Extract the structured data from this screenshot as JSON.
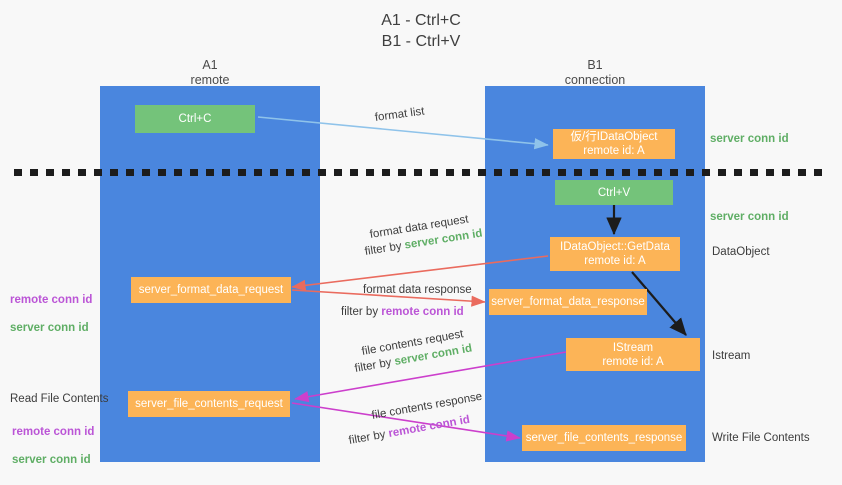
{
  "title": "A1 - Ctrl+C\nB1 - Ctrl+V",
  "colors": {
    "lane": "#4a86de",
    "node_green": "#74c37a",
    "node_orange": "#fcb457",
    "server_conn": "#5fae65",
    "remote_conn": "#bb55d6",
    "arrow_blue": "#8fc3ea",
    "arrow_red": "#ea6b5e",
    "arrow_magenta": "#cc3fcc",
    "arrow_black": "#1c1c1c",
    "background": "#f8f8f8"
  },
  "columns": [
    {
      "name": "A1",
      "sub": "remote"
    },
    {
      "name": "B1",
      "sub": "connection"
    }
  ],
  "nodes": {
    "ctrl_c": "Ctrl+C",
    "ctrl_v": "Ctrl+V",
    "idataobject": "仮/行IDataObject\nremote id: A",
    "getdata": "IDataObject::GetData\nremote id: A",
    "istream": "IStream\nremote id: A",
    "format_data_request": "server_format_data_request",
    "format_data_response": "server_format_data_response",
    "file_contents_request": "server_file_contents_request",
    "file_contents_response": "server_file_contents_response"
  },
  "edge_labels": {
    "format_list": "format list",
    "format_data_request": "format data request",
    "format_data_request_filter_pre": "filter by ",
    "format_data_request_filter_key": "server conn id",
    "format_data_response": "format data response",
    "format_data_response_filter_pre": "filter by ",
    "format_data_response_filter_key": "remote conn id",
    "file_contents_request": "file contents request",
    "file_contents_request_filter_pre": "filter by ",
    "file_contents_request_filter_key": "server conn id",
    "file_contents_response": "file contents response",
    "file_contents_response_filter_pre": "filter by ",
    "file_contents_response_filter_key": "remote conn id"
  },
  "annotations": {
    "right_server_conn_top": "server conn id",
    "right_server_conn_mid": "server conn id",
    "right_dataobject": "DataObject",
    "right_istream": "Istream",
    "right_write_file_contents": "Write File Contents",
    "left_conn_ids_upper": "remote conn id\nserver conn id",
    "left_read_file_contents": "Read File Contents",
    "left_conn_ids_lower": "remote conn id\nserver conn id"
  }
}
